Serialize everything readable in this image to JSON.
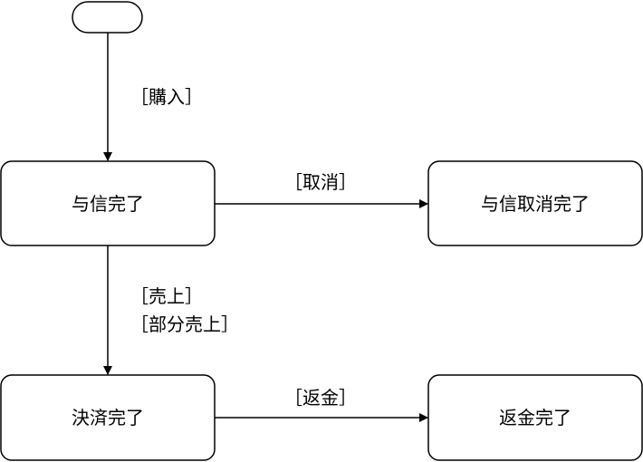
{
  "colors": {
    "stroke": "#000000",
    "fill": "#ffffff",
    "text": "#000000"
  },
  "nodes": {
    "initial": {
      "label": ""
    },
    "authorized": {
      "label": "与信完了"
    },
    "authorization_cancelled": {
      "label": "与信取消完了"
    },
    "settled": {
      "label": "決済完了"
    },
    "refunded": {
      "label": "返金完了"
    }
  },
  "edges": {
    "purchase": {
      "label": "［購入］"
    },
    "cancel": {
      "label": "［取消］"
    },
    "sale": {
      "label": "［売上］"
    },
    "partial_sale": {
      "label": "［部分売上］"
    },
    "refund": {
      "label": "［返金］"
    }
  }
}
